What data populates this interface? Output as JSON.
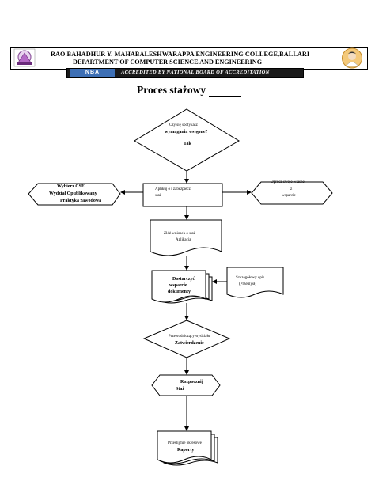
{
  "header": {
    "line1": "RAO BAHADHUR Y. MAHABALESHWARAPPA ENGINEERING  COLLEGE,BALLARI",
    "line2": "DEPARTMENT OF COMPUTER SCIENCE AND ENGINEERING",
    "accreditation_logo": "NBA",
    "accreditation": "ACCREDITED BY NATIONAL BOARD OF ACCREDITATION"
  },
  "title": "Proces stażowy",
  "nodes": {
    "decision1": {
      "line1": "Czy się spotykasz",
      "line2": "wymagania wstępne?",
      "line3": "Tak"
    },
    "apply": {
      "line1": "Aplikuj o i zabezpiecz",
      "line2": "staż"
    },
    "left_hex": {
      "line1": "Wybierz CSE",
      "line2": "Wydział Opublikowany",
      "line3": "Praktyka zawodowa"
    },
    "right_hex": {
      "line1": "Oprócz swoje własne",
      "line2": "z",
      "line3": "wsparcie"
    },
    "submit": {
      "line1": "Złóż wniosek o staż",
      "line2": "Aplikacja"
    },
    "provide": {
      "line1": "Dostarczyć",
      "line2": "wsparcie",
      "line3": "dokumenty"
    },
    "detail": {
      "line1": "Szczegółowy opis",
      "line2": "(Przemysł)"
    },
    "decision2": {
      "line1": "Przewodniczący wydziału",
      "line2": "Zatwierdzenie"
    },
    "start": {
      "line1": "Rozpocznij",
      "line2": "Staż"
    },
    "reports": {
      "line1": "Prześlijmie okresowe",
      "line2": "Raporty"
    }
  }
}
